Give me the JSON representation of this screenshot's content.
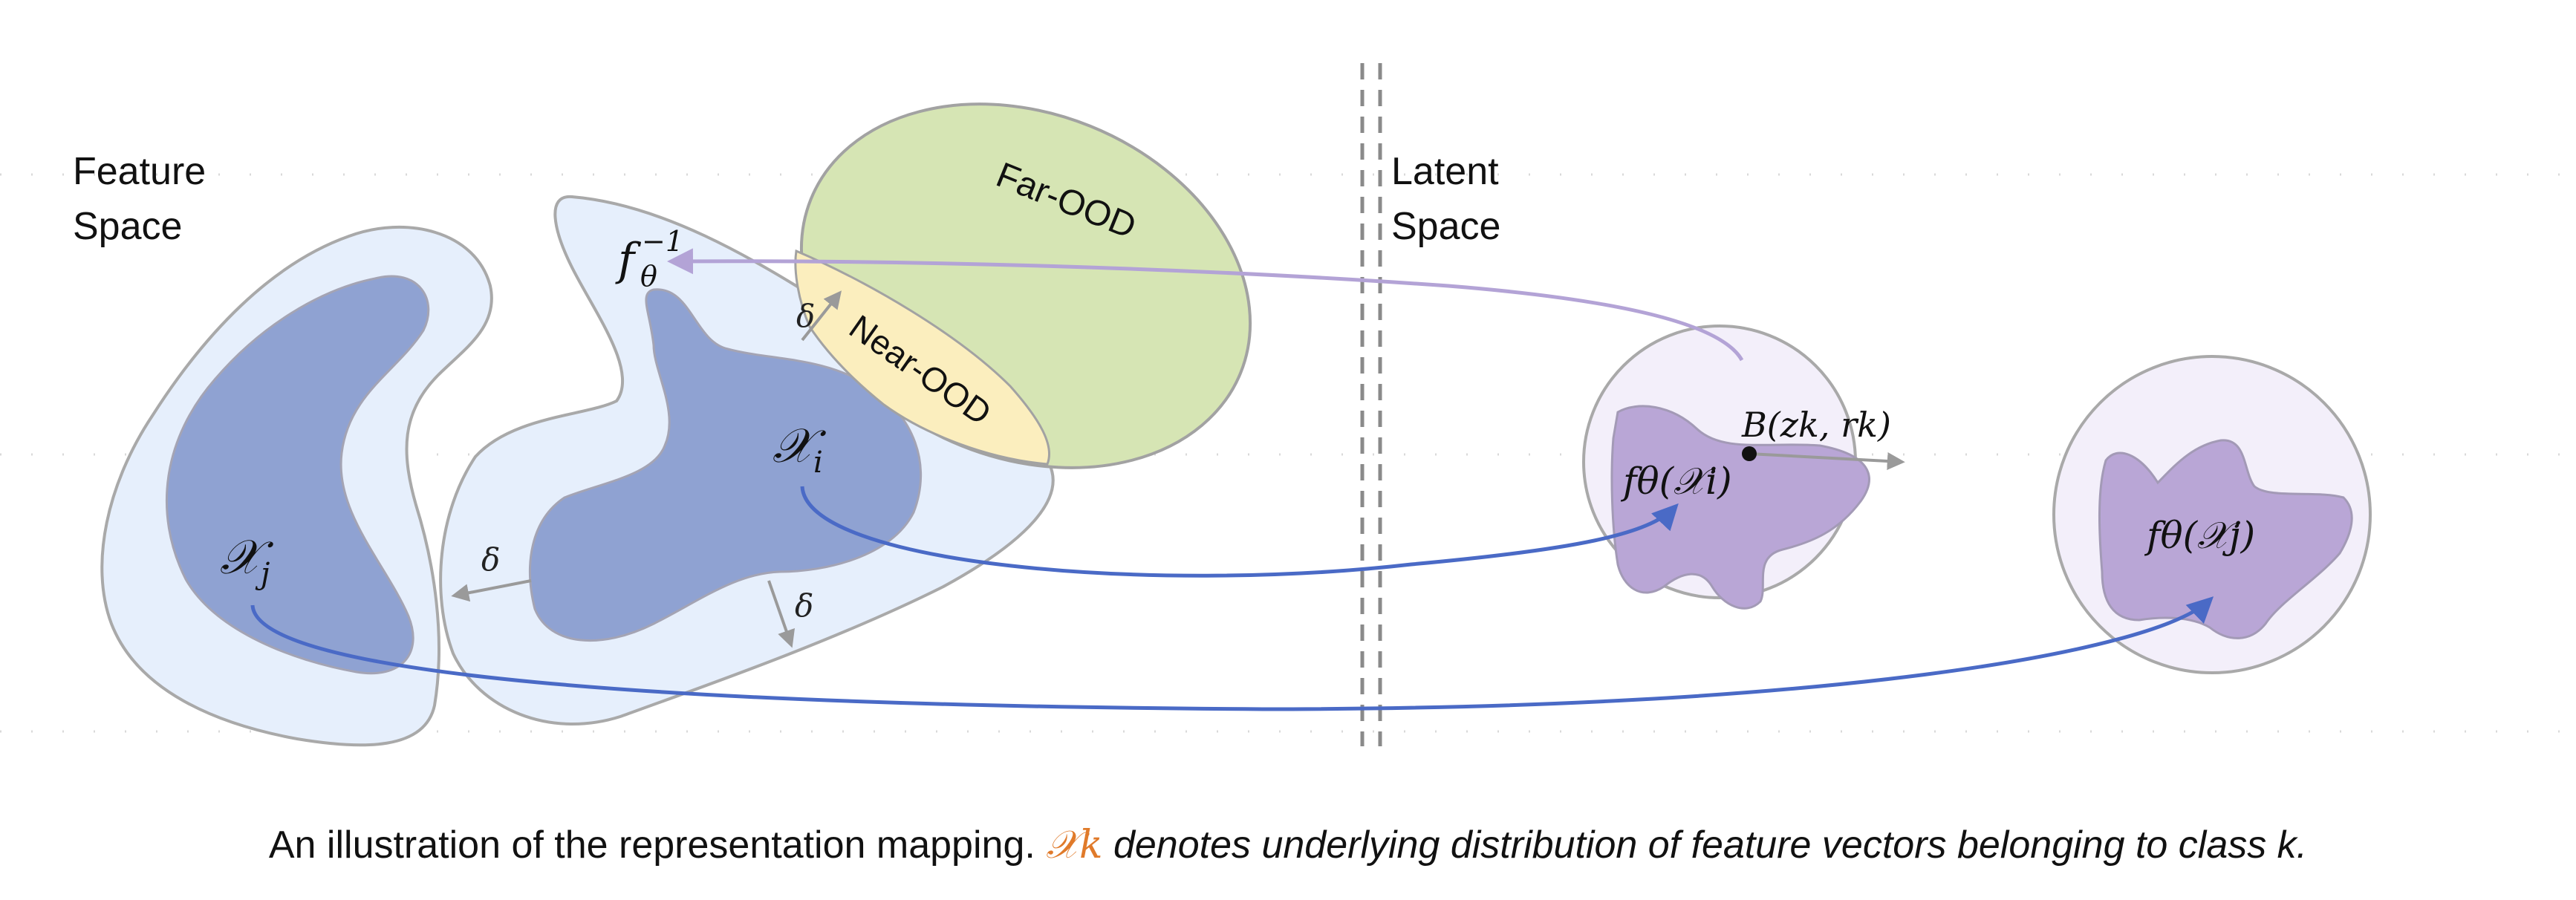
{
  "labels": {
    "feature_space_line1": "Feature",
    "feature_space_line2": "Space",
    "latent_space_line1": "Latent",
    "latent_space_line2": "Space",
    "far_ood": "Far-OOD",
    "near_ood": "Near-OOD",
    "x_i": "𝒳",
    "x_i_sub": "i",
    "x_j": "𝒳",
    "x_j_sub": "j",
    "f_inverse": "f",
    "f_inverse_sub": "θ",
    "f_inverse_sup": "−1",
    "f_x_i": "fθ(𝒳i)",
    "f_x_j": "fθ(𝒳j)",
    "ball": "B(zk, rk)",
    "delta": "δ"
  },
  "caption": {
    "prefix": "An illustration of the representation mapping.",
    "symbol": "𝒳k",
    "suffix": "denotes underlying distribution of feature vectors belonging to class k."
  },
  "colors": {
    "inner_region": "#8fa2d2",
    "outer_region": "#e6effc",
    "far_ood": "#d6e5b4",
    "near_ood": "#fbeebe",
    "latent_ball": "#f3effa",
    "latent_region": "#b9a6d6",
    "mapping_arrow": "#4a6ac6",
    "inverse_arrow": "#b3a3d6",
    "caption_symbol": "#e07a2a"
  }
}
